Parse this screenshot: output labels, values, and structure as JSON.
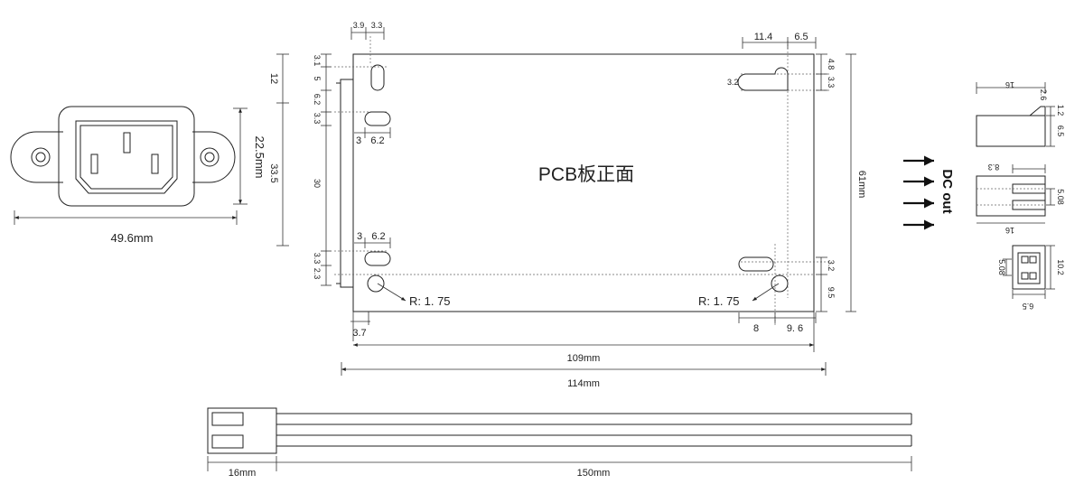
{
  "socket": {
    "width_label": "49.6mm",
    "height_label": "22.5mm",
    "side_labels": [
      "12",
      "33.5"
    ]
  },
  "pcb": {
    "title": "PCB板正面",
    "top_left_dims": [
      "3.9",
      "3.3"
    ],
    "top_right_dims": [
      "11.4",
      "6.5"
    ],
    "left_dims": [
      "3.1",
      "5",
      "6.2",
      "3.3",
      "30",
      "3.3",
      "2.3"
    ],
    "right_top_dims": [
      "4.8",
      "3.3"
    ],
    "right_bottom_dims": [
      "3.2",
      "9.5"
    ],
    "slot_label_right": "3.2",
    "upper_slot_dims": [
      "3",
      "6.2"
    ],
    "lower_slot_dims": [
      "3",
      "6.2"
    ],
    "radius_left": "R: 1. 75",
    "radius_right": "R: 1. 75",
    "bottom_left_dim": "3.7",
    "bottom_right_dims": [
      "8",
      "9. 6"
    ],
    "height_label": "61mm",
    "width_inner": "109mm",
    "width_outer": "114mm"
  },
  "output": {
    "label": "DC out",
    "top_view": [
      "16",
      "2.6",
      "1.2",
      "6.5"
    ],
    "side_view": [
      "8.3",
      "5.08",
      "16"
    ],
    "end_view": [
      "5.08",
      "10.2",
      "6.5"
    ]
  },
  "cable": {
    "connector_label": "16mm",
    "length_label": "150mm"
  }
}
